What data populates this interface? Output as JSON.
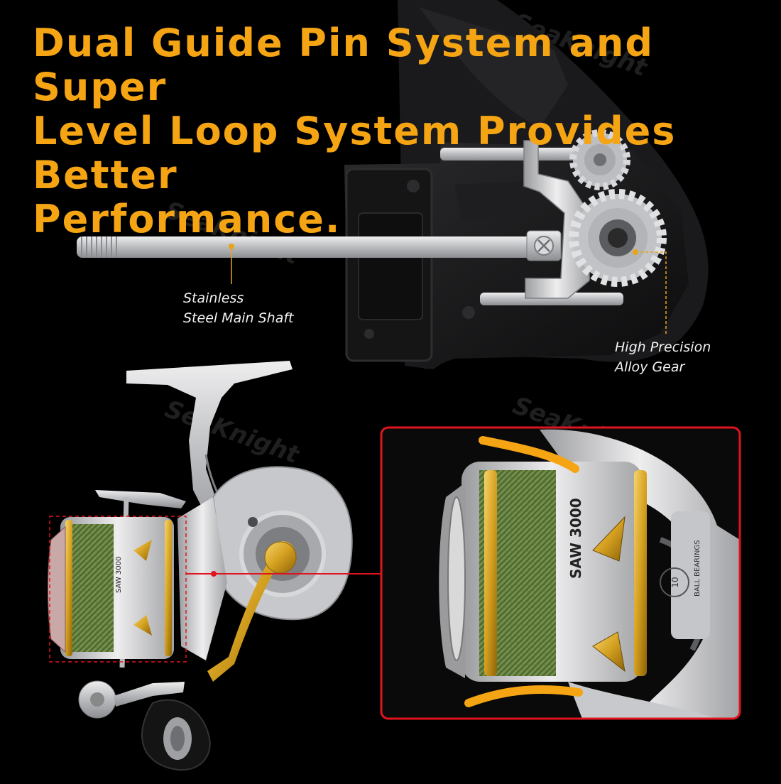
{
  "headline": {
    "line1": "Dual Guide Pin System and Super",
    "line2": "Level Loop System Provides Better",
    "line3": "Performance."
  },
  "callouts": {
    "shaft": {
      "line1": "Stainless",
      "line2": "Steel Main Shaft"
    },
    "gear": {
      "line1": "High Precision",
      "line2": "Alloy Gear"
    }
  },
  "watermark": "SeaKnight",
  "spool_label": {
    "model": "SAW 3000",
    "bearings_count": "10",
    "bearings_text": "BALL BEARINGS"
  },
  "colors": {
    "background": "#000000",
    "headline": "#F5A413",
    "callout_text": "#F2F2F2",
    "callout_line": "#E8A317",
    "highlight_frame": "#E0141E",
    "reel_silver": "#C8C9CC",
    "reel_gold": "#D4A020",
    "fishing_line": "#5E7A3A"
  },
  "icons": {
    "reel": "spinning-reel-icon",
    "gear": "gear-icon",
    "shaft": "main-shaft-icon"
  }
}
